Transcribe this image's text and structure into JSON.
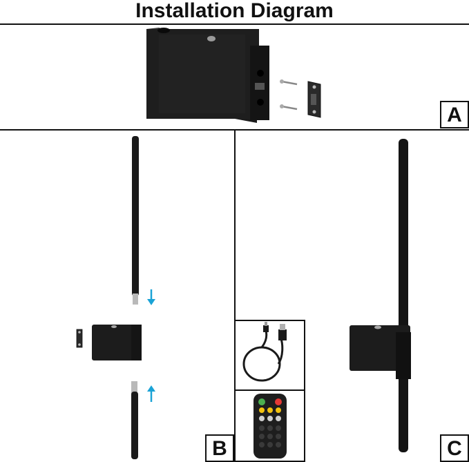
{
  "title": "Installation Diagram",
  "panels": {
    "a": {
      "label": "A"
    },
    "b": {
      "label": "B"
    },
    "c": {
      "label": "C"
    }
  },
  "colors": {
    "stroke": "#111111",
    "fixture": "#1c1c1c",
    "fixture_face": "#2a2a2a",
    "arrow": "#1aa3d6",
    "metal": "#b9b9b9",
    "remote_green": "#4caf50",
    "remote_red": "#e53935",
    "remote_yellow": "#f2c20f",
    "remote_gray": "#cfcfcf"
  },
  "icons": {
    "arrow_down": "arrow-down-icon",
    "arrow_up": "arrow-up-icon",
    "screw": "screw-icon",
    "usb_cable": "usb-cable-icon",
    "remote": "remote-control-icon"
  }
}
